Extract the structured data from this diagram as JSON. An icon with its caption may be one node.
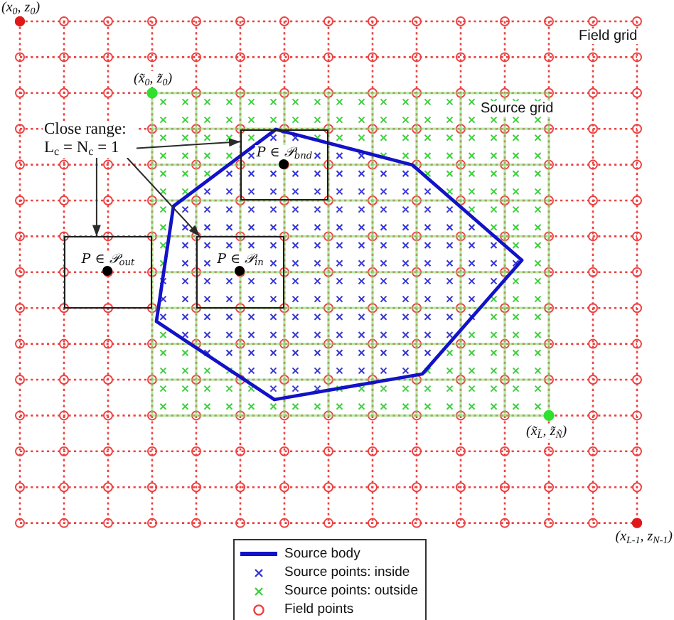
{
  "diagram": {
    "nodes": [
      {
        "text": [
          "Close range: L$_{c}$ = N$_{c}$ = 1"
        ]
      },
      {
        "text": [
          "P ∈ 𝒫$_{bnd}$"
        ]
      },
      {
        "text": [
          "P ∈ 𝒫$_{in}$"
        ]
      },
      {
        "text": [
          "P ∈ 𝒫$_{out}$"
        ]
      }
    ],
    "edges": [
      {
        "from": 0,
        "to": 1,
        "arrow": "to"
      },
      {
        "from": 0,
        "to": 2,
        "arrow": "to"
      },
      {
        "from": 0,
        "to": 3,
        "arrow": "to"
      }
    ],
    "labels": [
      "(x$_{0}$, z$_{0}$)",
      "Field grid",
      "(x̃$_{0}$, z̃$_{0}$)",
      "Source grid",
      "(x̃$_{L̃}$, z̃$_{Ñ}$)",
      "(x$_{L-1}$, z$_{N-1}$)"
    ],
    "legend": [
      {
        "text": "Source body"
      },
      {
        "text": "Source points: inside"
      },
      {
        "text": "Source points: outside"
      },
      {
        "text": "Field points"
      }
    ]
  }
}
